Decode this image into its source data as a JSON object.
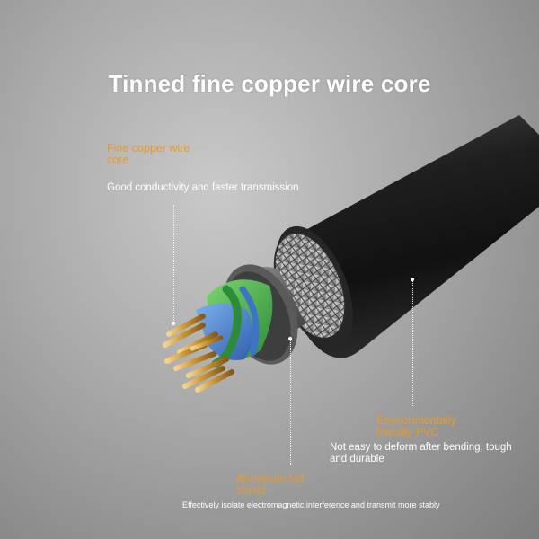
{
  "title": "Tinned fine copper wire core",
  "callouts": {
    "copper": {
      "label": "Fine copper wire core",
      "description": "Good conductivity and faster transmission"
    },
    "jacket": {
      "label": "Environmentally friendly PVC",
      "description": "Not easy to deform after bending, tough and durable"
    },
    "foil": {
      "label": "Aluminum foil shield",
      "description": "Effectively isolate electromagnetic interference and transmit more stably"
    }
  },
  "colors": {
    "accent": "#e59a2c",
    "jacket": "#1a1a1a",
    "wire_green": "#3fae4a",
    "wire_blue": "#3d74c8",
    "copper": "#c8922f"
  }
}
